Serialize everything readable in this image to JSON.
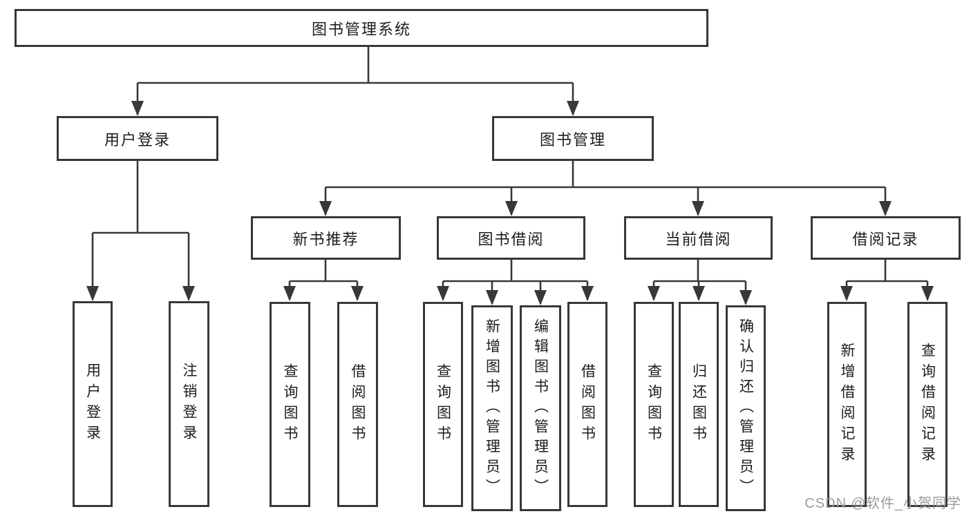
{
  "diagram": {
    "type": "hierarchy-tree",
    "colors": {
      "background": "#ffffff",
      "line": "#383838",
      "box_border": "#373737",
      "text": "#1c1c1c",
      "watermark": "#9a9a9a"
    },
    "tree": {
      "label": "图书管理系统",
      "children": [
        {
          "label": "用户登录",
          "children": [
            {
              "label": "用户登录"
            },
            {
              "label": "注销登录"
            }
          ]
        },
        {
          "label": "图书管理",
          "children": [
            {
              "label": "新书推荐",
              "children": [
                {
                  "label": "查询图书"
                },
                {
                  "label": "借阅图书"
                }
              ]
            },
            {
              "label": "图书借阅",
              "children": [
                {
                  "label": "查询图书"
                },
                {
                  "label": "新增图书（管理员）"
                },
                {
                  "label": "编辑图书（管理员）"
                },
                {
                  "label": "借阅图书"
                }
              ]
            },
            {
              "label": "当前借阅",
              "children": [
                {
                  "label": "查询图书"
                },
                {
                  "label": "归还图书"
                },
                {
                  "label": "确认归还（管理员）"
                }
              ]
            },
            {
              "label": "借阅记录",
              "children": [
                {
                  "label": "新增借阅记录"
                },
                {
                  "label": "查询借阅记录"
                }
              ]
            }
          ]
        }
      ]
    }
  },
  "watermark": {
    "text": "CSDN @软件_小贺同学"
  }
}
